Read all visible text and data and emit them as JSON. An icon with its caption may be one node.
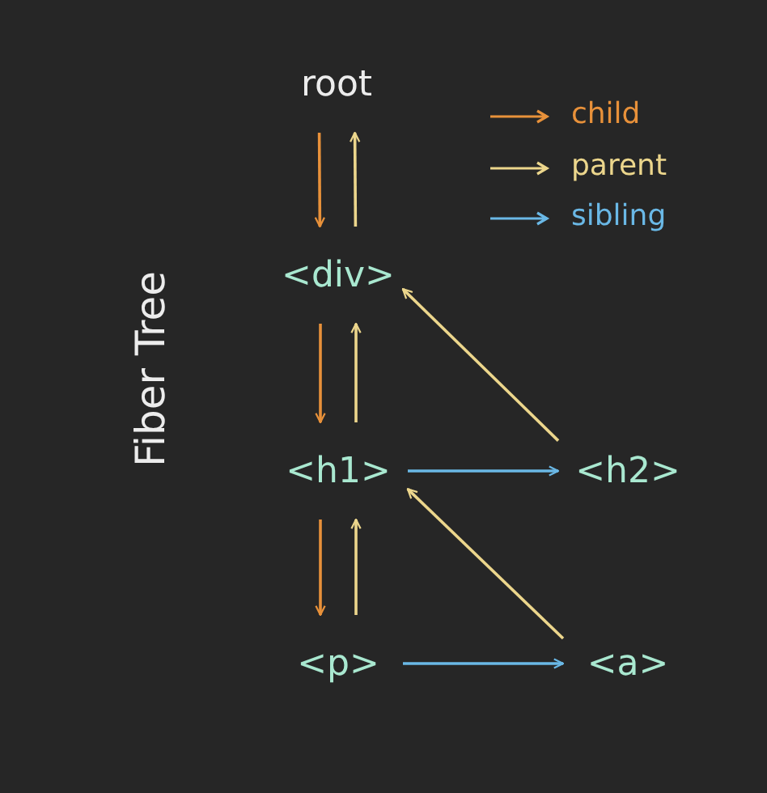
{
  "diagram": {
    "title": "Fiber Tree",
    "nodes": [
      {
        "text": [
          "root"
        ]
      },
      {
        "text": [
          "<div>"
        ]
      },
      {
        "text": [
          "<h1>"
        ]
      },
      {
        "text": [
          "<h2>"
        ]
      },
      {
        "text": [
          "<p>"
        ]
      },
      {
        "text": [
          "<a>"
        ]
      }
    ],
    "edges": [
      {
        "from": 0,
        "to": 1,
        "arrow": "to",
        "color": "#e8913a"
      },
      {
        "from": 1,
        "to": 0,
        "arrow": "to",
        "color": "#ecd68c"
      },
      {
        "from": 1,
        "to": 2,
        "arrow": "to",
        "color": "#e8913a"
      },
      {
        "from": 2,
        "to": 1,
        "arrow": "to",
        "color": "#ecd68c"
      },
      {
        "from": 3,
        "to": 1,
        "arrow": "to",
        "color": "#ecd68c"
      },
      {
        "from": 2,
        "to": 3,
        "arrow": "to",
        "color": "#6ab8e6"
      },
      {
        "from": 2,
        "to": 4,
        "arrow": "to",
        "color": "#e8913a"
      },
      {
        "from": 4,
        "to": 2,
        "arrow": "to",
        "color": "#ecd68c"
      },
      {
        "from": 5,
        "to": 2,
        "arrow": "to",
        "color": "#ecd68c"
      },
      {
        "from": 4,
        "to": 5,
        "arrow": "to",
        "color": "#6ab8e6"
      }
    ],
    "legend": [
      {
        "text": "child",
        "color": "#e8913a"
      },
      {
        "text": "parent",
        "color": "#ecd68c"
      },
      {
        "text": "sibling",
        "color": "#6ab8e6"
      }
    ]
  }
}
